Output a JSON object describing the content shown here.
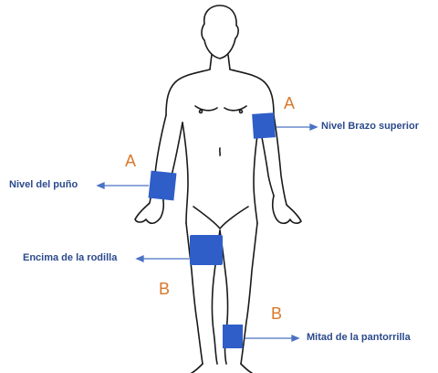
{
  "labels": {
    "upper_arm": "Nivel Brazo superior",
    "wrist": "Nivel del puño",
    "knee": "Encima de la rodilla",
    "calf": "Mitad de la pantorrilla"
  },
  "site_letters": {
    "upper_arm": "A",
    "wrist": "A",
    "knee": "B",
    "calf": "B"
  },
  "colors": {
    "cuff": "#2f5ec8",
    "arrow": "#4a72c4",
    "label_text": "#2b4a8c",
    "letter": "#d9782a",
    "outline": "#1a1a1a"
  }
}
